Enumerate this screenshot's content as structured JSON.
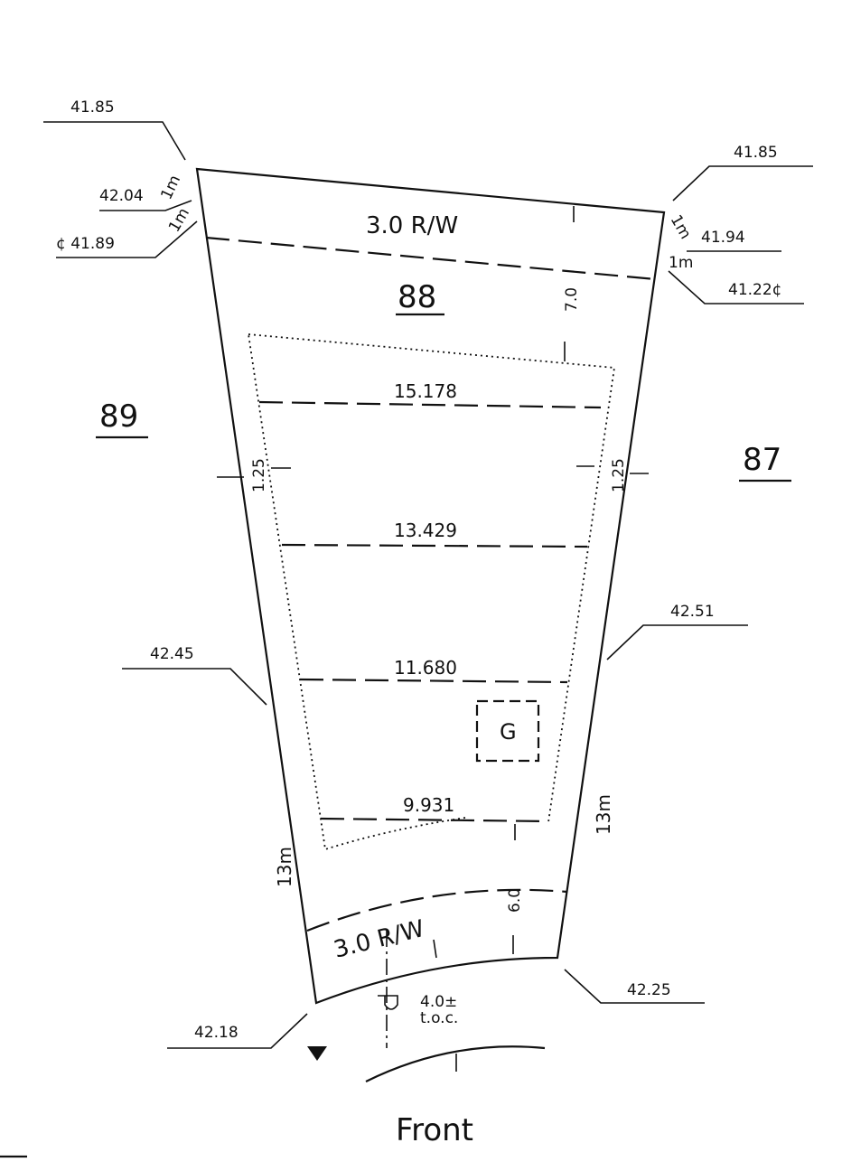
{
  "title": "Front",
  "lots": {
    "center": "88",
    "left": "89",
    "right": "87"
  },
  "right_of_way": {
    "rear": "3.0 R/W",
    "front": "3.0 R/W"
  },
  "setbacks": {
    "rear": "7.0",
    "front": "6.0",
    "side_left": "1.25",
    "side_right": "1.25"
  },
  "lot_depths": {
    "left": "13m",
    "right": "13m"
  },
  "widths": [
    "15.178",
    "13.429",
    "11.680",
    "9.931"
  ],
  "garage_label": "G",
  "curb_note": {
    "line1": "4.0±",
    "line2": "t.o.c."
  },
  "offsets": {
    "tl1": "1m",
    "tl2": "1m",
    "tr1": "1m",
    "tr2": "1m"
  },
  "elevations": {
    "top_left_corner": "41.85",
    "top_left_1m": "42.04",
    "top_left_cl": "¢ 41.89",
    "top_right_corner": "41.85",
    "top_right_1m": "41.94",
    "top_right_cl": "41.22¢",
    "mid_left": "42.45",
    "mid_right": "42.51",
    "front_left": "42.18",
    "front_right": "42.25"
  }
}
